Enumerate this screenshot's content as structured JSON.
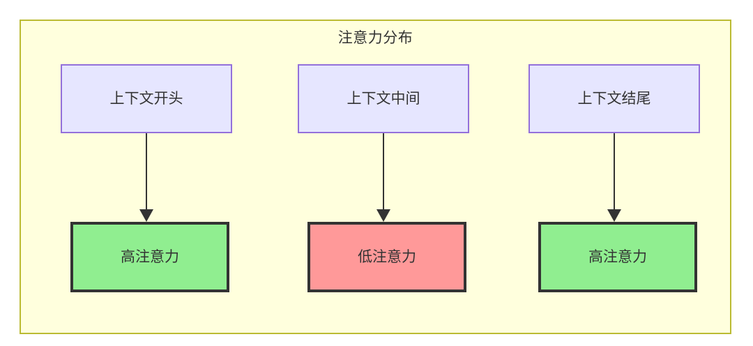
{
  "diagram": {
    "title": "注意力分布",
    "type": "flowchart",
    "colors": {
      "container_fill": "#ffffdd",
      "container_border": "#bbbb33",
      "context_node_fill": "#e6e6ff",
      "context_node_border": "#9370db",
      "high_attention_fill": "#90ee90",
      "low_attention_fill": "#ff9999",
      "node_border_dark": "#333333",
      "edge_color": "#333333",
      "text_color": "#333333",
      "page_background": "#ffffff"
    },
    "columns": [
      {
        "source_label": "上下文开头",
        "target_label": "高注意力",
        "target_state": "high"
      },
      {
        "source_label": "上下文中间",
        "target_label": "低注意力",
        "target_state": "low"
      },
      {
        "source_label": "上下文结尾",
        "target_label": "高注意力",
        "target_state": "high"
      }
    ]
  }
}
